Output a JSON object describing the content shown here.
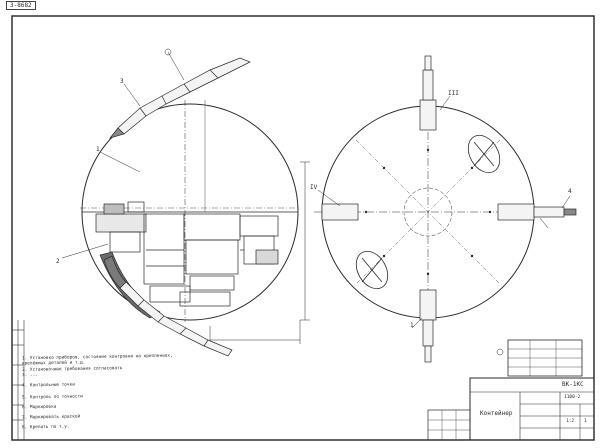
{
  "stamp": "3-8682",
  "views": {
    "side": {
      "callouts": [
        "1",
        "2",
        "3"
      ]
    },
    "top": {
      "callouts": [
        "1",
        "4",
        "III",
        "IV"
      ]
    }
  },
  "notes": [
    "1. Установка приборов, состояние контровки на креплениях,",
    "крепёжных деталей и т.д.",
    "2. Установочные требования согласовать",
    "3. ...",
    "4. Контрольные точки",
    "5. Контроль по точности",
    "6. Маркировка",
    "7. Маркировать краской",
    "8. Крепить по т.у."
  ],
  "title_block": {
    "designation": "ВК-1КС",
    "doc_number": "1100-2",
    "title": "Контейнер",
    "scale": "1:2",
    "sheet": "1"
  }
}
